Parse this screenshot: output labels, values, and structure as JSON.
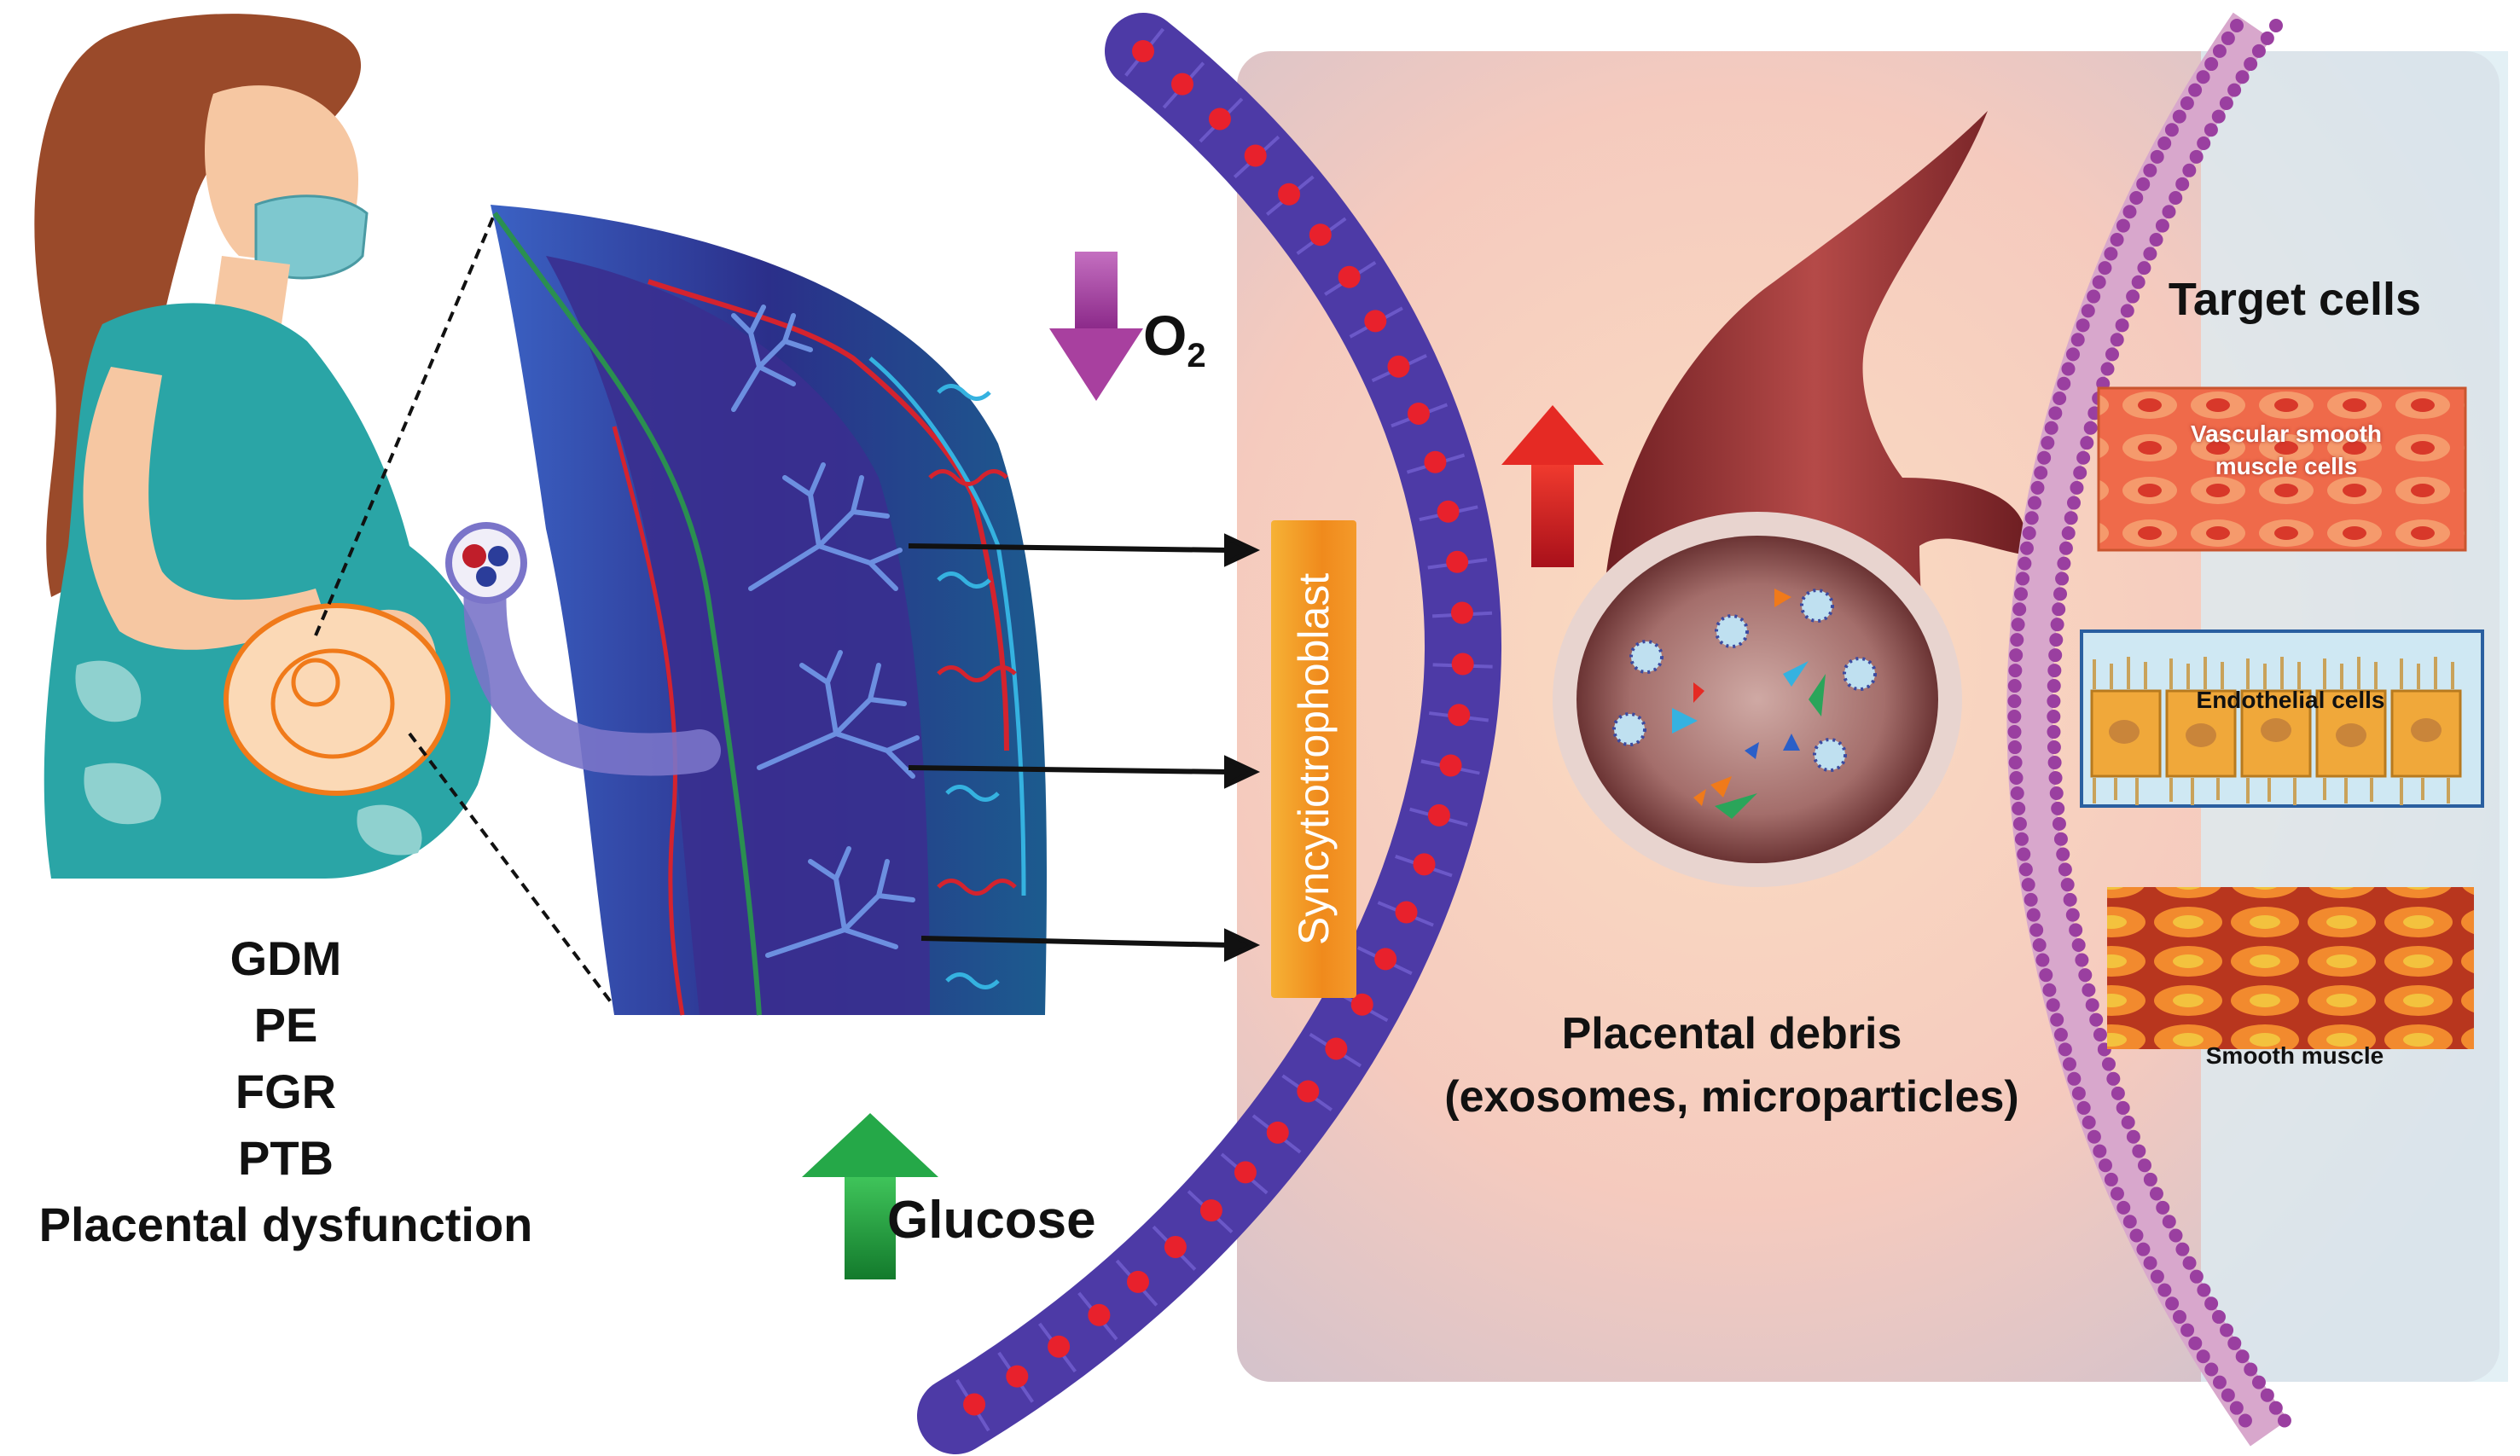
{
  "conditions": [
    "GDM",
    "PE",
    "FGR",
    "PTB",
    "Placental dysfunction"
  ],
  "oxygen": {
    "symbol": "O",
    "subscript": "2"
  },
  "glucose_label": "Glucose",
  "syncytiotrophoblast_label": "Syncytiotrophoblast",
  "placental_debris": {
    "line1": "Placental debris",
    "line2": "(exosomes, microparticles)"
  },
  "target_cells": {
    "title": "Target cells",
    "vascular_smooth_muscle": {
      "line1": "Vascular smooth",
      "line2": "muscle cells"
    },
    "endothelial": "Endothelial cells",
    "smooth_muscle": "Smooth muscle"
  },
  "colors": {
    "oxygen_arrow": "#b04aa8",
    "glucose_arrow": "#1e9a3c",
    "up_arrow_red": "#d42020",
    "syncytiotrophoblast": "#f29a2e",
    "cell_membrane": "#4d3aa6",
    "placenta_blue": "#2d3f9c",
    "vessel": "#8b2a2a"
  }
}
